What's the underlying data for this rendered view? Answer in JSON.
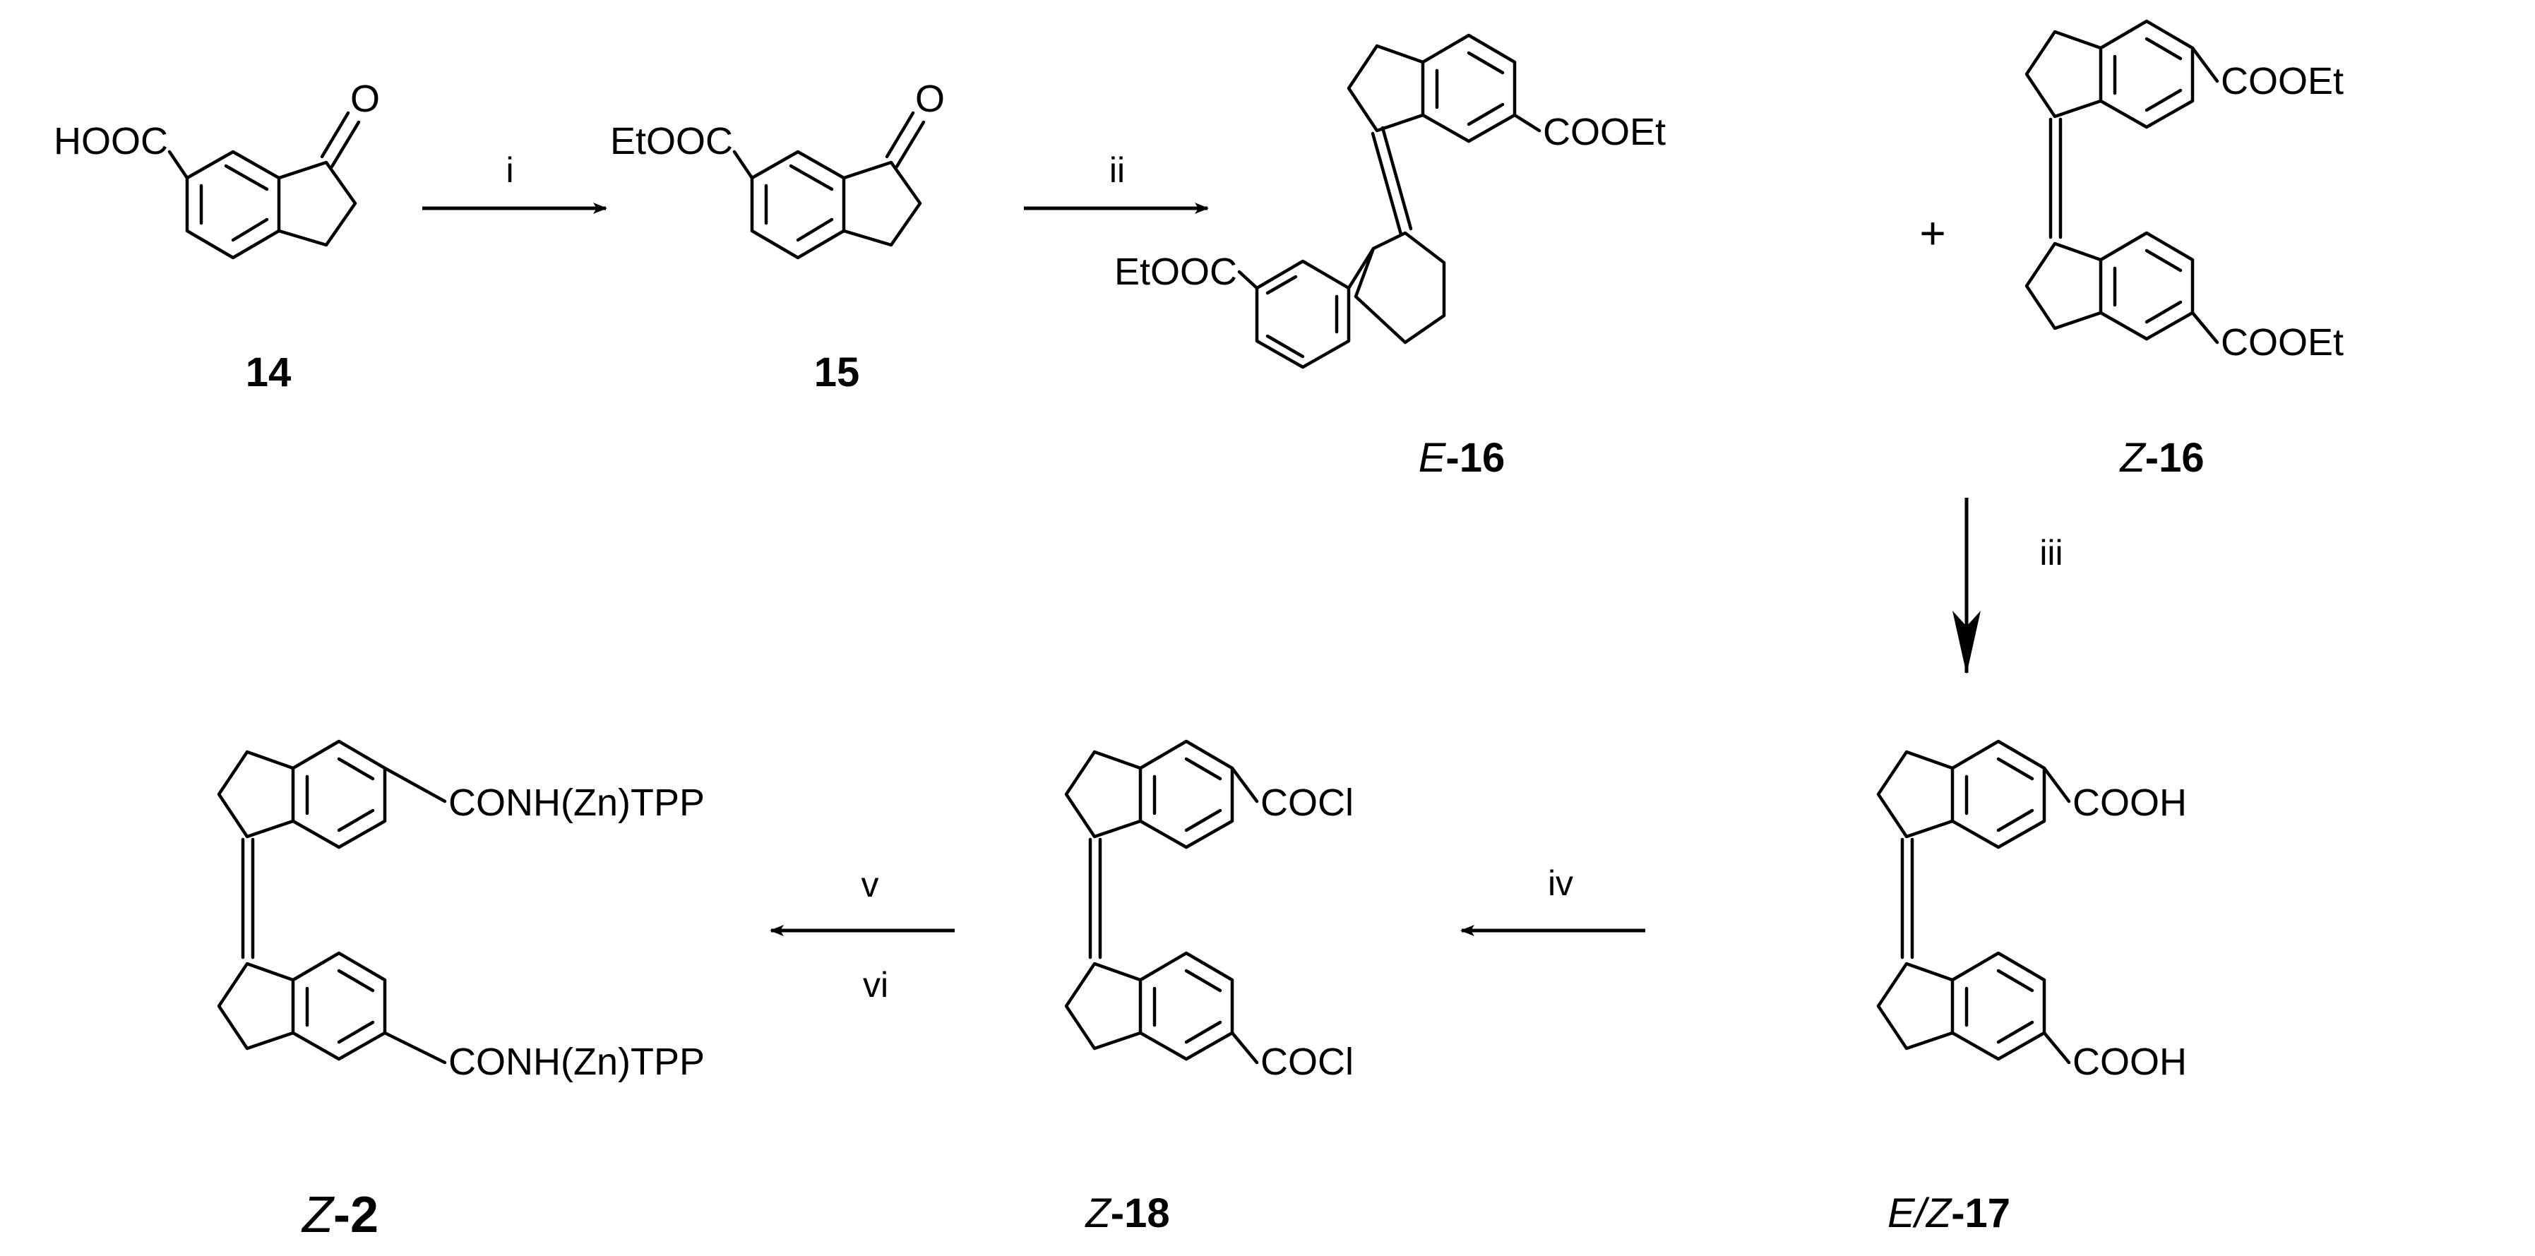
{
  "compounds": {
    "c14": {
      "number": "14",
      "substituent": "HOOC",
      "oxygen": "O"
    },
    "c15": {
      "number": "15",
      "substituent": "EtOOC",
      "oxygen": "O"
    },
    "e16": {
      "prefix": "E",
      "number": "16",
      "sub_top": "COOEt",
      "sub_bottom": "EtOOC"
    },
    "z16": {
      "prefix": "Z",
      "number": "16",
      "sub_top": "COOEt",
      "sub_bottom": "COOEt"
    },
    "ez17": {
      "prefix": "E/Z",
      "number": "17",
      "sub_top": "COOH",
      "sub_bottom": "COOH"
    },
    "z18": {
      "prefix": "Z",
      "number": "18",
      "sub_top": "COCl",
      "sub_bottom": "COCl"
    },
    "z2": {
      "prefix": "Z",
      "number": "2",
      "sub_top": "CONH(Zn)TPP",
      "sub_bottom": "CONH(Zn)TPP"
    }
  },
  "reagents": {
    "i": "i",
    "ii": "ii",
    "iii": "iii",
    "iv": "iv",
    "v": "v",
    "vi": "vi"
  },
  "plus": "+"
}
